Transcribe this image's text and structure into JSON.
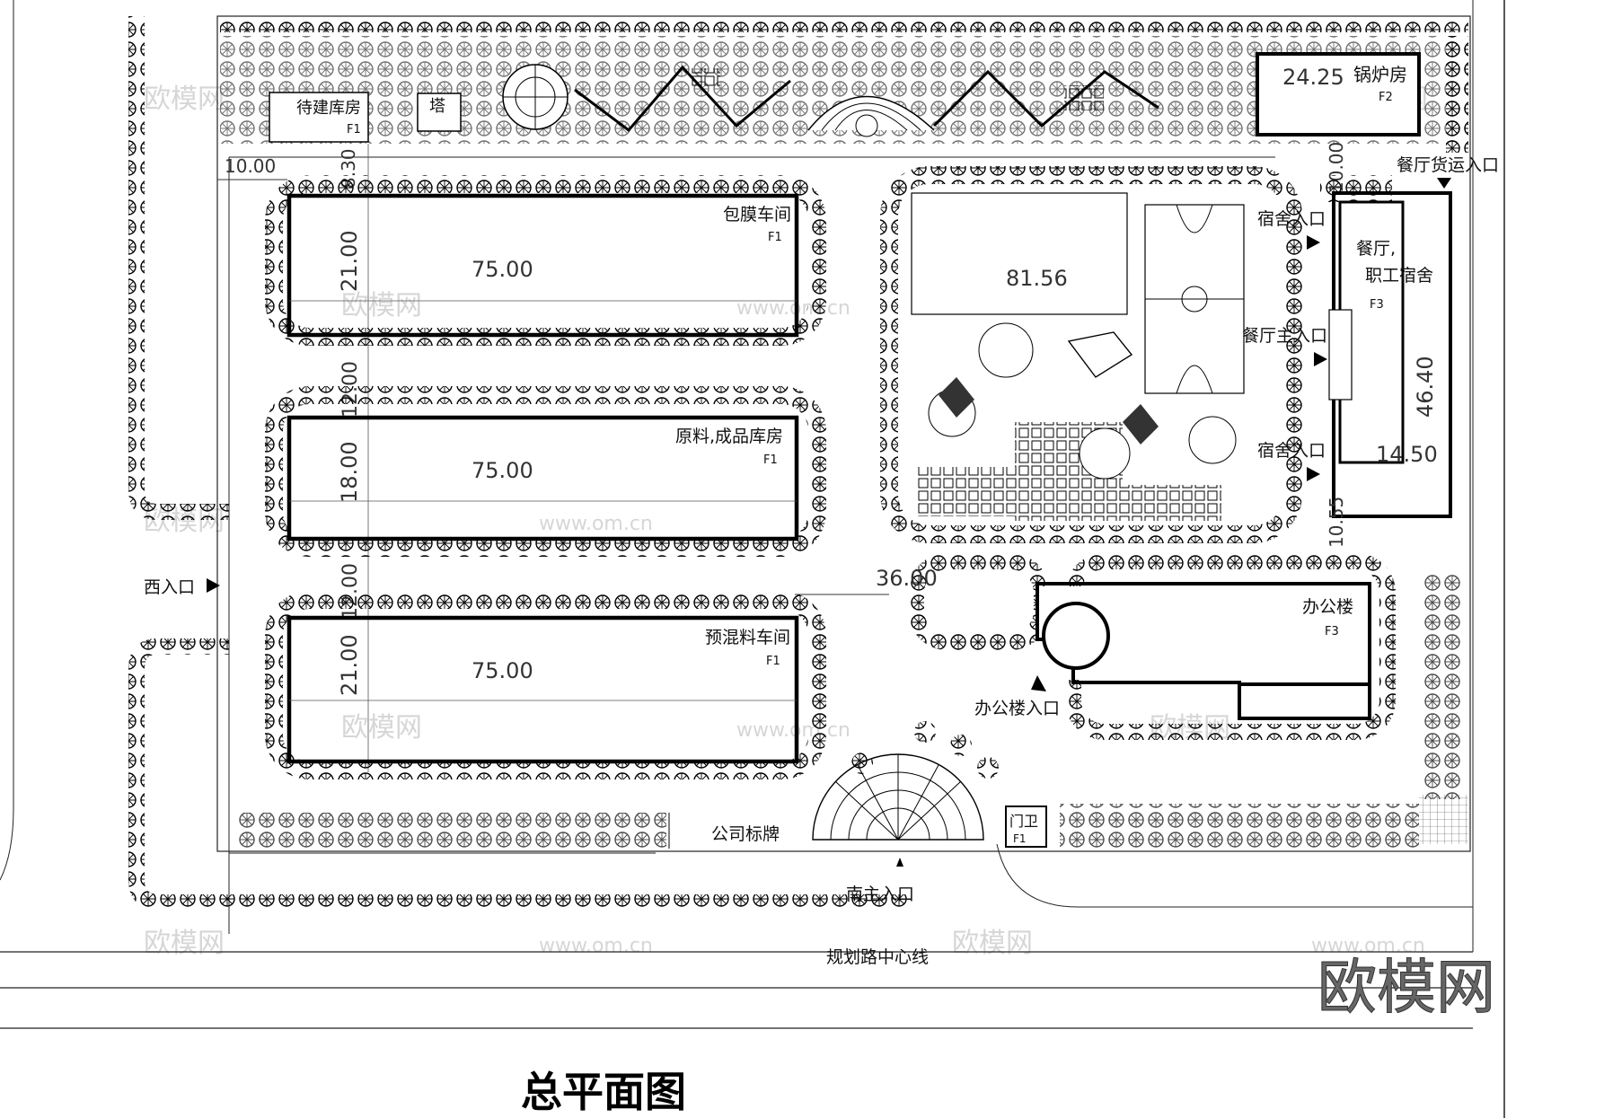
{
  "title": "总平面图",
  "watermark": "欧模网",
  "watermark_small": [
    "欧模网",
    "www.om.cn"
  ],
  "buildings": {
    "film_workshop": {
      "name": "包膜车间",
      "floors": "F1",
      "length": "75.00",
      "width": "21.00"
    },
    "warehouse": {
      "name": "原料,成品库房",
      "floors": "F1",
      "length": "75.00",
      "width": "18.00"
    },
    "premix_workshop": {
      "name": "预混料车间",
      "floors": "F1",
      "length": "75.00",
      "width": "21.00"
    },
    "future_warehouse": {
      "name": "待建库房",
      "floors": "F1"
    },
    "tower": {
      "name": "塔"
    },
    "boiler": {
      "name": "锅炉房",
      "floors": "F2",
      "dim": "24.25"
    },
    "canteen": {
      "name1": "餐厅,",
      "name2": "职工宿舍",
      "floors": "F3",
      "length": "46.40",
      "width": "14.50"
    },
    "office": {
      "name": "办公楼",
      "floors": "F3"
    },
    "guard": {
      "name": "门卫",
      "floors": "F1"
    }
  },
  "dimensions": {
    "west_setback": "10.00",
    "north_gap": "8.30",
    "row_gap_1": "12.00",
    "row_gap_2": "12.00",
    "court_width": "81.56",
    "office_offset": "36.00",
    "east_gap_top": "10.00",
    "east_gap_bottom": "10.55"
  },
  "entrances": {
    "west": "西入口",
    "south_main": "南主入口",
    "office": "办公楼入口",
    "dorm_1": "宿舍入口",
    "dorm_2": "宿舍入口",
    "canteen_main": "餐厅主入口",
    "canteen_cargo": "餐厅货运入口"
  },
  "labels": {
    "company_sign": "公司标牌",
    "road_center": "规划路中心线"
  }
}
